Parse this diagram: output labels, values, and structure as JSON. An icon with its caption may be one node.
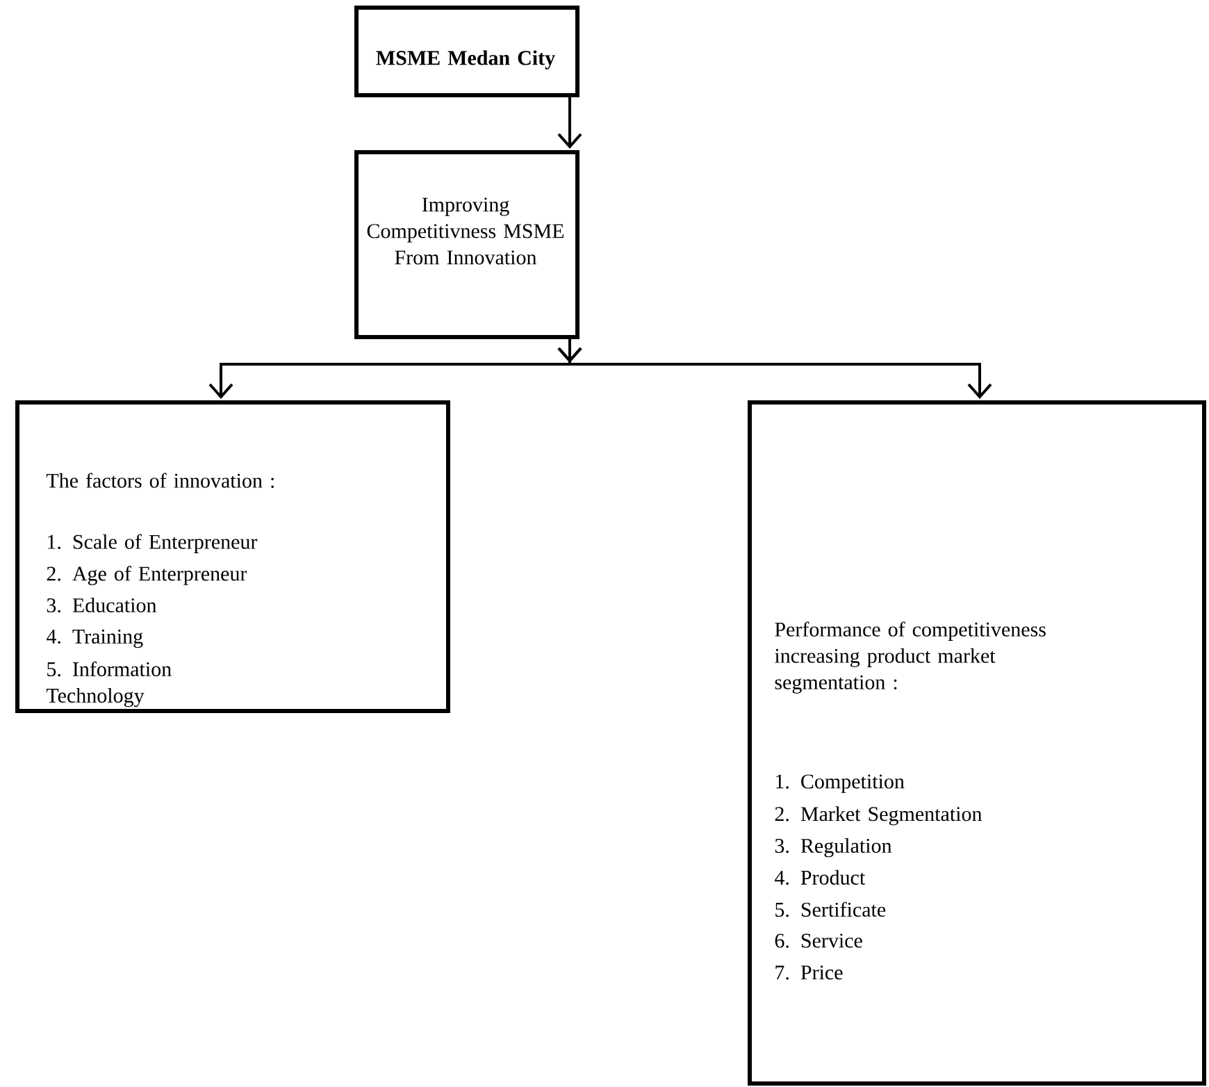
{
  "diagram": {
    "nodes": [
      {
        "text": [
          "MSME Medan City"
        ]
      },
      {
        "text": [
          "Improving Competitivness MSME From Innovation"
        ]
      },
      {
        "text": [
          "The factors of innovation :",
          "1. Scale of Enterpreneur",
          "2. Age of Enterpreneur",
          "3. Education",
          "4. Training",
          "5. Information Technology"
        ]
      },
      {
        "text": [
          "Performance of competitiveness increasing product market segmentation :",
          "1. Competition",
          "2. Market Segmentation",
          "3. Regulation",
          "4. Product",
          "5. Sertificate",
          "6. Service",
          "7. Price"
        ]
      }
    ],
    "edges": [
      {
        "from": 0,
        "to": 1,
        "arrow": "to"
      },
      {
        "from": 1,
        "to": 2,
        "arrow": "to"
      },
      {
        "from": 1,
        "to": 3,
        "arrow": "to"
      }
    ]
  }
}
